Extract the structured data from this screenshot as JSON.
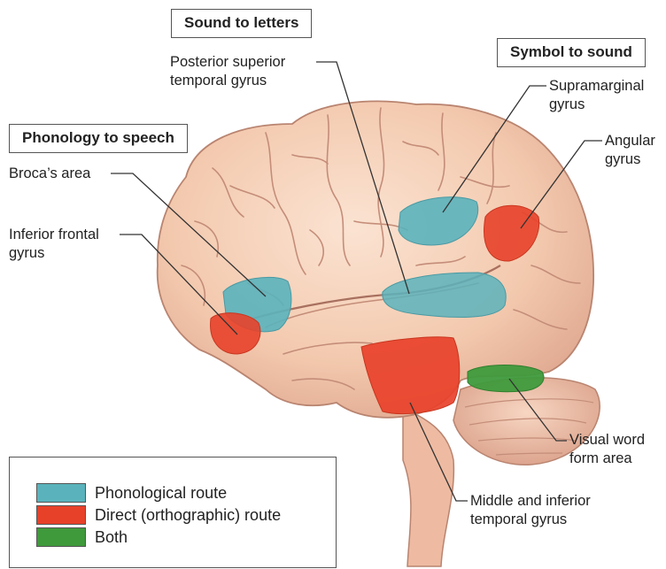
{
  "headers": {
    "sound_to_letters": "Sound to letters",
    "symbol_to_sound": "Symbol to sound",
    "phonology_to_speech": "Phonology to speech"
  },
  "labels": {
    "posterior_superior_temporal_gyrus": "Posterior superior\ntemporal gyrus",
    "supramarginal_gyrus": "Supramarginal\ngyrus",
    "angular_gyrus": "Angular\ngyrus",
    "brocas_area": "Broca’s area",
    "inferior_frontal_gyrus": "Inferior frontal\ngyrus",
    "visual_word_form_area": "Visual word\nform area",
    "middle_inferior_temporal_gyrus": "Middle and inferior\ntemporal gyrus"
  },
  "legend": [
    {
      "label": "Phonological route",
      "color": "#5ab3bc"
    },
    {
      "label": "Direct (orthographic) route",
      "color": "#e8412a"
    },
    {
      "label": "Both",
      "color": "#3f9a3c"
    }
  ],
  "colors": {
    "brain": "#f3c9ae",
    "brain_shadow": "#d99e86",
    "sulcus": "#c98c78",
    "phonological": "#5ab3bc",
    "direct": "#e8412a",
    "both": "#3f9a3c"
  }
}
